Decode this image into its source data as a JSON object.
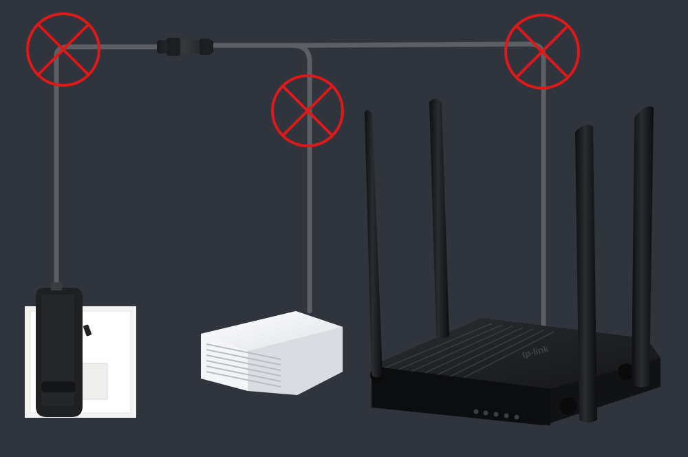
{
  "scene": {
    "description_label": "",
    "background_color": "#30353d",
    "cable_color": "#5c5f64",
    "cross_color": "#e01818"
  },
  "router": {
    "brand": "tp-link",
    "led_count": 5,
    "antenna_count": 4
  },
  "crossed_markers": [
    {
      "name": "left-cable-corner"
    },
    {
      "name": "modem-cable-corner"
    },
    {
      "name": "router-cable-corner"
    }
  ]
}
